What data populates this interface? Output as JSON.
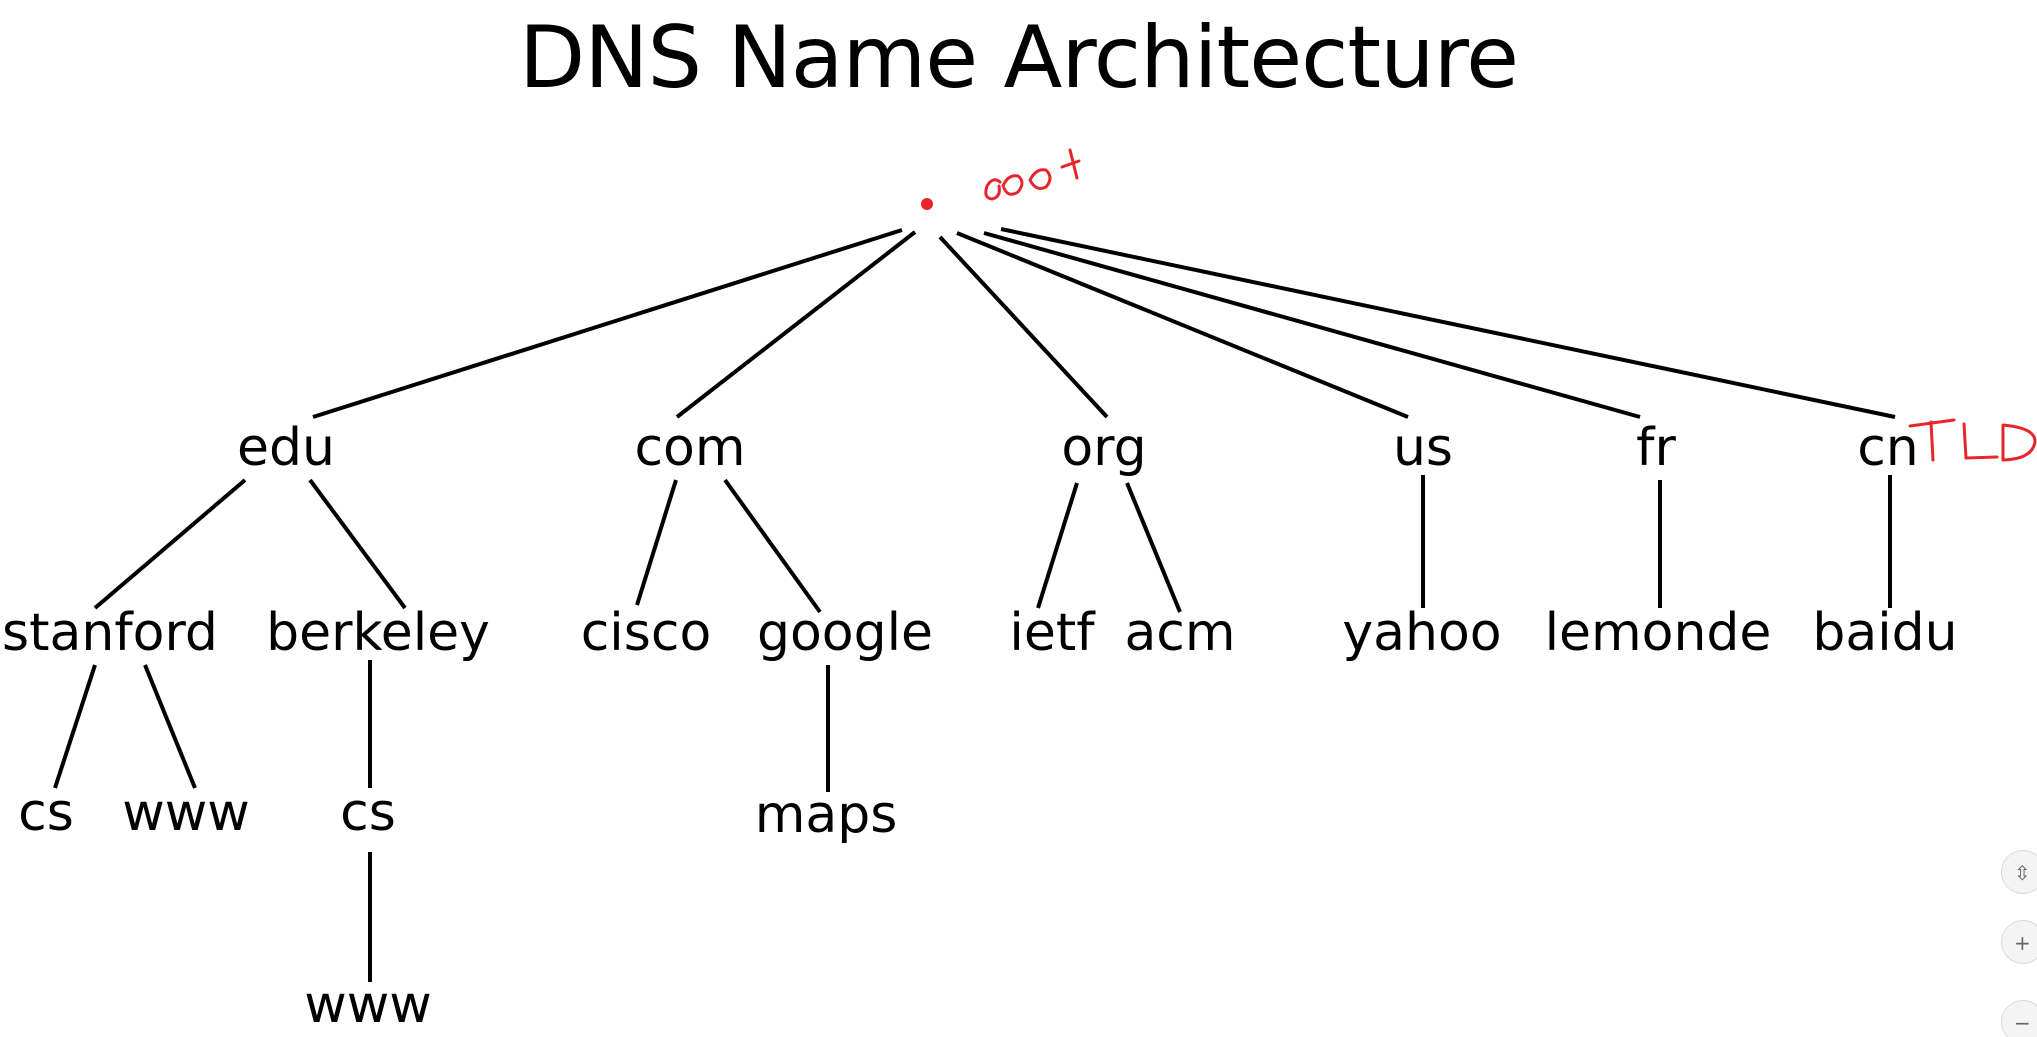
{
  "title": "DNS Name Architecture",
  "tree": {
    "root": ".",
    "tlds": [
      "edu",
      "com",
      "org",
      "us",
      "fr",
      "cn"
    ],
    "second_level": {
      "edu": [
        "stanford",
        "berkeley"
      ],
      "com": [
        "cisco",
        "google"
      ],
      "org": [
        "ietf",
        "acm"
      ],
      "us": [
        "yahoo"
      ],
      "fr": [
        "lemonde"
      ],
      "cn": [
        "baidu"
      ]
    },
    "third_level": {
      "stanford": [
        "cs",
        "www"
      ],
      "berkeley": [
        "cs"
      ],
      "google": [
        "maps"
      ]
    },
    "fourth_level": {
      "berkeley.cs": [
        "www"
      ]
    }
  },
  "nodes": {
    "edu": "edu",
    "com": "com",
    "org": "org",
    "us": "us",
    "fr": "fr",
    "cn": "cn",
    "stanford": "stanford",
    "berkeley": "berkeley",
    "cisco": "cisco",
    "google": "google",
    "ietf": "ietf",
    "acm": "acm",
    "yahoo": "yahoo",
    "lemonde": "lemonde",
    "baidu": "baidu",
    "stanford_cs": "cs",
    "stanford_www": "www",
    "berkeley_cs": "cs",
    "google_maps": "maps",
    "berkeley_cs_www": "www"
  },
  "annotations": {
    "root_note": "root",
    "tld_note": "TLD",
    "color": "#e8252b"
  },
  "zoom_controls": {
    "fit": "⇳",
    "zoom_in": "+",
    "zoom_out": "−"
  }
}
